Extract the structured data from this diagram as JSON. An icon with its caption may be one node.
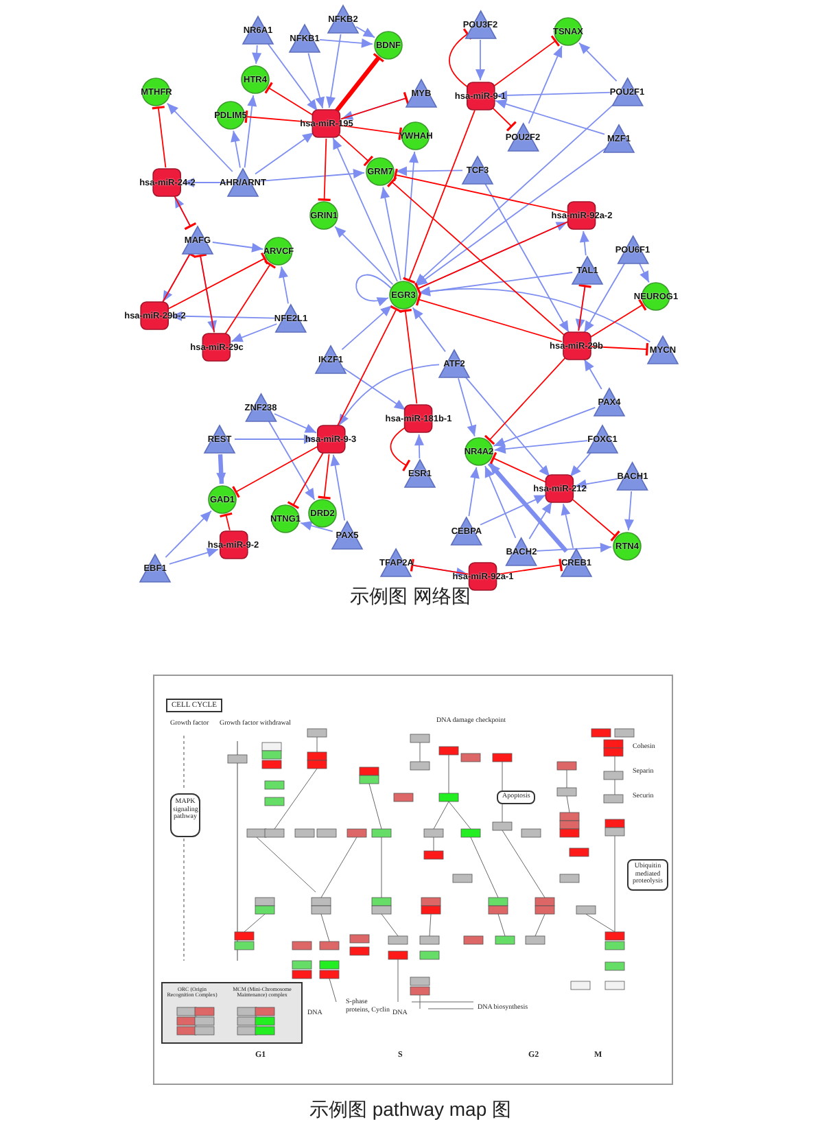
{
  "diagram": {
    "nodes": [
      {
        "text": [
          "NFKB2"
        ]
      },
      {
        "text": [
          "POU3F2"
        ]
      },
      {
        "text": [
          "NR6A1"
        ]
      },
      {
        "text": [
          "TSNAX"
        ]
      },
      {
        "text": [
          "NFKB1"
        ]
      },
      {
        "text": [
          "BDNF"
        ]
      },
      {
        "text": [
          "HTR4"
        ]
      },
      {
        "text": [
          "MTHFR"
        ]
      },
      {
        "text": [
          "POU2F1"
        ]
      },
      {
        "text": [
          "MYB"
        ]
      },
      {
        "text": [
          "hsa-miR-9-1"
        ]
      },
      {
        "text": [
          "PDLIM5"
        ]
      },
      {
        "text": [
          "hsa-miR-195"
        ]
      },
      {
        "text": [
          "YWHAH"
        ]
      },
      {
        "text": [
          "POU2F2"
        ]
      },
      {
        "text": [
          "MZF1"
        ]
      },
      {
        "text": [
          "TCF3"
        ]
      },
      {
        "text": [
          "GRM7"
        ]
      },
      {
        "text": [
          "hsa-miR-24-2"
        ]
      },
      {
        "text": [
          "AHR/ARNT"
        ]
      },
      {
        "text": [
          "GRIN1"
        ]
      },
      {
        "text": [
          "hsa-miR-92a-2"
        ]
      },
      {
        "text": [
          "MAFG"
        ]
      },
      {
        "text": [
          "POU6F1"
        ]
      },
      {
        "text": [
          "ARVCF"
        ]
      },
      {
        "text": [
          "TAL1"
        ]
      },
      {
        "text": [
          "EGR3"
        ]
      },
      {
        "text": [
          "NEUROG1"
        ]
      },
      {
        "text": [
          "hsa-miR-29b-2"
        ]
      },
      {
        "text": [
          "NFE2L1"
        ]
      },
      {
        "text": [
          "hsa-miR-29c"
        ]
      },
      {
        "text": [
          "hsa-miR-29b"
        ]
      },
      {
        "text": [
          "MYCN"
        ]
      },
      {
        "text": [
          "IKZF1"
        ]
      },
      {
        "text": [
          "ATF2"
        ]
      },
      {
        "text": [
          "PAX4"
        ]
      },
      {
        "text": [
          "ZNF238"
        ]
      },
      {
        "text": [
          "hsa-miR-181b-1"
        ]
      },
      {
        "text": [
          "hsa-miR-9-3"
        ]
      },
      {
        "text": [
          "REST"
        ]
      },
      {
        "text": [
          "FOXC1"
        ]
      },
      {
        "text": [
          "NR4A2"
        ]
      },
      {
        "text": [
          "ESR1"
        ]
      },
      {
        "text": [
          "BACH1"
        ]
      },
      {
        "text": [
          "hsa-miR-212"
        ]
      },
      {
        "text": [
          "GAD1"
        ]
      },
      {
        "text": [
          "DRD2"
        ]
      },
      {
        "text": [
          "NTNG1"
        ]
      },
      {
        "text": [
          "CEBPA"
        ]
      },
      {
        "text": [
          "PAX5"
        ]
      },
      {
        "text": [
          "hsa-miR-9-2"
        ]
      },
      {
        "text": [
          "RTN4"
        ]
      },
      {
        "text": [
          "BACH2"
        ]
      },
      {
        "text": [
          "CREB1"
        ]
      },
      {
        "text": [
          "TFAP2A"
        ]
      },
      {
        "text": [
          "EBF1"
        ]
      },
      {
        "text": [
          "hsa-miR-92a-1"
        ]
      }
    ],
    "edges": [
      {
        "from": 2,
        "to": 6,
        "arrow": "to"
      },
      {
        "from": 2,
        "to": 12,
        "arrow": "to"
      },
      {
        "from": 4,
        "to": 5,
        "arrow": "to"
      },
      {
        "from": 4,
        "to": 12,
        "arrow": "to"
      },
      {
        "from": 0,
        "to": 5,
        "arrow": "to"
      },
      {
        "from": 0,
        "to": 12,
        "arrow": "to"
      },
      {
        "from": 9,
        "to": 12,
        "arrow": "to"
      },
      {
        "from": 19,
        "to": 7,
        "arrow": "to"
      },
      {
        "from": 19,
        "to": 11,
        "arrow": "to"
      },
      {
        "from": 19,
        "to": 6,
        "arrow": "to"
      },
      {
        "from": 19,
        "to": 12,
        "arrow": "to"
      },
      {
        "from": 19,
        "to": 17,
        "arrow": "to"
      },
      {
        "from": 22,
        "to": 18,
        "arrow": "to"
      },
      {
        "from": 19,
        "to": 18,
        "arrow": "to"
      },
      {
        "from": 1,
        "to": 10,
        "arrow": "to"
      },
      {
        "from": 8,
        "to": 3,
        "arrow": "to"
      },
      {
        "from": 8,
        "to": 10,
        "arrow": "to"
      },
      {
        "from": 15,
        "to": 10,
        "arrow": "to"
      },
      {
        "from": 14,
        "to": 3,
        "arrow": "to"
      },
      {
        "from": 16,
        "to": 17,
        "arrow": "to"
      },
      {
        "from": 16,
        "to": 31,
        "arrow": "to"
      },
      {
        "from": 26,
        "to": 20,
        "arrow": "to"
      },
      {
        "from": 26,
        "to": 17,
        "arrow": "to"
      },
      {
        "from": 26,
        "to": 12,
        "arrow": "to"
      },
      {
        "from": 26,
        "to": 21,
        "arrow": "to"
      },
      {
        "from": 26,
        "to": 13,
        "arrow": "to"
      },
      {
        "from": 26,
        "to": 26,
        "arrow": "to"
      },
      {
        "from": 15,
        "to": 26,
        "arrow": "to"
      },
      {
        "from": 8,
        "to": 26,
        "arrow": "to"
      },
      {
        "from": 25,
        "to": 26,
        "arrow": "to"
      },
      {
        "from": 25,
        "to": 21,
        "arrow": "to"
      },
      {
        "from": 23,
        "to": 27,
        "arrow": "to"
      },
      {
        "from": 23,
        "to": 31,
        "arrow": "to"
      },
      {
        "from": 25,
        "to": 31,
        "arrow": "to"
      },
      {
        "from": 22,
        "to": 24,
        "arrow": "to"
      },
      {
        "from": 22,
        "to": 28,
        "arrow": "to"
      },
      {
        "from": 22,
        "to": 30,
        "arrow": "to"
      },
      {
        "from": 29,
        "to": 24,
        "arrow": "to"
      },
      {
        "from": 29,
        "to": 30,
        "arrow": "to"
      },
      {
        "from": 29,
        "to": 28,
        "arrow": "to"
      },
      {
        "from": 32,
        "to": 26,
        "arrow": "to"
      },
      {
        "from": 33,
        "to": 26,
        "arrow": "to"
      },
      {
        "from": 33,
        "to": 37,
        "arrow": "to"
      },
      {
        "from": 34,
        "to": 26,
        "arrow": "to"
      },
      {
        "from": 34,
        "to": 38,
        "arrow": "to"
      },
      {
        "from": 34,
        "to": 41,
        "arrow": "to"
      },
      {
        "from": 34,
        "to": 44,
        "arrow": "to"
      },
      {
        "from": 35,
        "to": 31,
        "arrow": "to"
      },
      {
        "from": 35,
        "to": 41,
        "arrow": "to"
      },
      {
        "from": 40,
        "to": 41,
        "arrow": "to"
      },
      {
        "from": 40,
        "to": 44,
        "arrow": "to"
      },
      {
        "from": 43,
        "to": 44,
        "arrow": "to"
      },
      {
        "from": 43,
        "to": 51,
        "arrow": "to"
      },
      {
        "from": 48,
        "to": 41,
        "arrow": "to"
      },
      {
        "from": 48,
        "to": 44,
        "arrow": "to"
      },
      {
        "from": 52,
        "to": 41,
        "arrow": "to"
      },
      {
        "from": 52,
        "to": 44,
        "arrow": "to"
      },
      {
        "from": 52,
        "to": 51,
        "arrow": "to"
      },
      {
        "from": 53,
        "to": 41,
        "arrow": "to",
        "style": "thick"
      },
      {
        "from": 53,
        "to": 44,
        "arrow": "to"
      },
      {
        "from": 54,
        "to": 56,
        "arrow": "to"
      },
      {
        "from": 36,
        "to": 38,
        "arrow": "to"
      },
      {
        "from": 36,
        "to": 46,
        "arrow": "to"
      },
      {
        "from": 39,
        "to": 38,
        "arrow": "to"
      },
      {
        "from": 39,
        "to": 45,
        "arrow": "to",
        "style": "thick"
      },
      {
        "from": 49,
        "to": 47,
        "arrow": "to"
      },
      {
        "from": 49,
        "to": 38,
        "arrow": "to"
      },
      {
        "from": 55,
        "to": 45,
        "arrow": "to"
      },
      {
        "from": 55,
        "to": 50,
        "arrow": "to"
      },
      {
        "from": 42,
        "to": 37,
        "arrow": "to"
      },
      {
        "from": 12,
        "to": 5,
        "arrow": "other",
        "style": "thick",
        "color": "#ff0000"
      },
      {
        "from": 12,
        "to": 6,
        "arrow": "other",
        "color": "#ff0000"
      },
      {
        "from": 12,
        "to": 11,
        "arrow": "other",
        "color": "#ff0000"
      },
      {
        "from": 12,
        "to": 13,
        "arrow": "other",
        "color": "#ff0000"
      },
      {
        "from": 12,
        "to": 17,
        "arrow": "other",
        "color": "#ff0000"
      },
      {
        "from": 12,
        "to": 20,
        "arrow": "other",
        "color": "#ff0000"
      },
      {
        "from": 12,
        "to": 9,
        "arrow": "other",
        "color": "#ff0000"
      },
      {
        "from": 18,
        "to": 7,
        "arrow": "other",
        "color": "#ff0000"
      },
      {
        "from": 18,
        "to": 22,
        "arrow": "other",
        "color": "#ff0000"
      },
      {
        "from": 10,
        "to": 1,
        "arrow": "other",
        "color": "#ff0000"
      },
      {
        "from": 10,
        "to": 3,
        "arrow": "other",
        "color": "#ff0000"
      },
      {
        "from": 10,
        "to": 14,
        "arrow": "other",
        "color": "#ff0000"
      },
      {
        "from": 10,
        "to": 26,
        "arrow": "other",
        "color": "#ff0000"
      },
      {
        "from": 21,
        "to": 17,
        "arrow": "other",
        "color": "#ff0000"
      },
      {
        "from": 21,
        "to": 26,
        "arrow": "other",
        "color": "#ff0000"
      },
      {
        "from": 31,
        "to": 17,
        "arrow": "other",
        "color": "#ff0000"
      },
      {
        "from": 31,
        "to": 26,
        "arrow": "other",
        "color": "#ff0000"
      },
      {
        "from": 31,
        "to": 27,
        "arrow": "other",
        "color": "#ff0000"
      },
      {
        "from": 31,
        "to": 32,
        "arrow": "other",
        "color": "#ff0000"
      },
      {
        "from": 31,
        "to": 25,
        "arrow": "other",
        "color": "#ff0000"
      },
      {
        "from": 31,
        "to": 41,
        "arrow": "other",
        "color": "#ff0000"
      },
      {
        "from": 28,
        "to": 22,
        "arrow": "other",
        "color": "#ff0000"
      },
      {
        "from": 28,
        "to": 24,
        "arrow": "other",
        "color": "#ff0000"
      },
      {
        "from": 30,
        "to": 22,
        "arrow": "other",
        "color": "#ff0000"
      },
      {
        "from": 30,
        "to": 24,
        "arrow": "other",
        "color": "#ff0000"
      },
      {
        "from": 38,
        "to": 26,
        "arrow": "other",
        "color": "#ff0000"
      },
      {
        "from": 38,
        "to": 45,
        "arrow": "other",
        "color": "#ff0000"
      },
      {
        "from": 38,
        "to": 47,
        "arrow": "other",
        "color": "#ff0000"
      },
      {
        "from": 38,
        "to": 46,
        "arrow": "other",
        "color": "#ff0000"
      },
      {
        "from": 37,
        "to": 26,
        "arrow": "other",
        "color": "#ff0000"
      },
      {
        "from": 37,
        "to": 42,
        "arrow": "other",
        "color": "#ff0000"
      },
      {
        "from": 44,
        "to": 41,
        "arrow": "other",
        "color": "#ff0000"
      },
      {
        "from": 44,
        "to": 51,
        "arrow": "other",
        "color": "#ff0000"
      },
      {
        "from": 50,
        "to": 45,
        "arrow": "other",
        "color": "#ff0000"
      },
      {
        "from": 56,
        "to": 54,
        "arrow": "other",
        "color": "#ff0000"
      },
      {
        "from": 56,
        "to": 53,
        "arrow": "other",
        "color": "#ff0000"
      }
    ],
    "labels": [
      "示例图 网络图",
      "CELL CYCLE",
      "Growth factor",
      "Growth factor withdrawal",
      "DNA damage checkpoint",
      "Cohesin",
      "Separin",
      "Apoptosis",
      "Securin",
      "MAPK signaling pathway",
      "Ubiquitin mediated proteolysis",
      "ORC (Origin Recognition Complex)",
      "MCM (Mini-Chromosome Maintenance) complex",
      "S-phase proteins, Cyclin",
      "DNA biosynthesis",
      "DNA",
      "DNA",
      "G1",
      "S",
      "G2",
      "M",
      "示例图 pathway map 图"
    ]
  }
}
